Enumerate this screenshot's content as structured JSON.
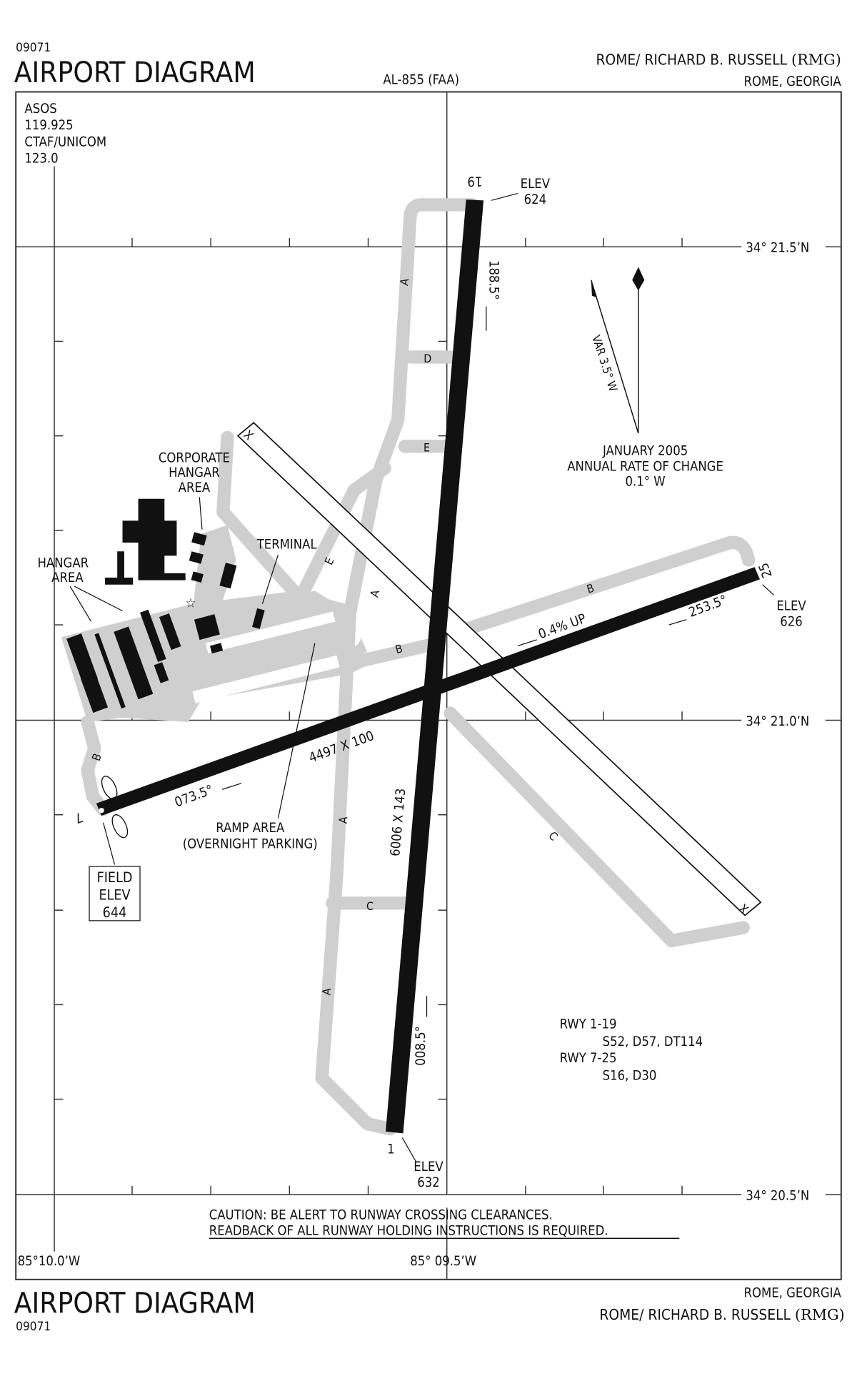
{
  "header": {
    "chart_number": "09071",
    "title": "AIRPORT DIAGRAM",
    "procedure_id": "AL-855 (FAA)",
    "airport_name": "ROME/ RICHARD B. RUSSELL",
    "airport_ident": "(RMG)",
    "city_state": "ROME, GEORGIA"
  },
  "comms": {
    "asos_label": "ASOS",
    "asos_freq": "119.925",
    "ctaf_label": "CTAF/UNICOM",
    "ctaf_freq": "123.0"
  },
  "coordinates": {
    "lat_top": "34° 21.5’N",
    "lat_mid": "34° 21.0’N",
    "lat_bottom": "34° 20.5’N",
    "lon_left": "85°10.0’W",
    "lon_mid": "85° 09.5’W"
  },
  "runways": {
    "rwy19": {
      "number": "19",
      "elev_label": "ELEV",
      "elev": "624",
      "heading": "188.5°"
    },
    "rwy1": {
      "number": "1",
      "elev_label": "ELEV",
      "elev": "632",
      "heading": "008.5°"
    },
    "rwy25": {
      "number": "25",
      "elev_label": "ELEV",
      "elev": "626",
      "heading": "253.5°"
    },
    "rwy7": {
      "number": "7",
      "heading": "073.5°"
    },
    "rwy_1_19_dims": "6006 X 143",
    "rwy_7_25_dims": "4497 X 100",
    "slope": "0.4% UP",
    "closed_marker": "X"
  },
  "taxiways": {
    "a": "A",
    "b": "B",
    "c": "C",
    "d": "D",
    "e": "E"
  },
  "labels": {
    "corporate_hangar": [
      "CORPORATE",
      "HANGAR",
      "AREA"
    ],
    "hangar_area": [
      "HANGAR",
      "AREA"
    ],
    "terminal": "TERMINAL",
    "ramp_area": [
      "RAMP AREA",
      "(OVERNIGHT PARKING)"
    ],
    "field_elev": [
      "FIELD",
      "ELEV",
      "644"
    ]
  },
  "magnetic": {
    "variation": "VAR 3.5° W",
    "date": "JANUARY 2005",
    "rate_label": "ANNUAL RATE OF CHANGE",
    "rate": "0.1°  W"
  },
  "strength": {
    "rwy_1_19_label": "RWY 1-19",
    "rwy_1_19_values": "S52, D57, DT114",
    "rwy_7_25_label": "RWY 7-25",
    "rwy_7_25_values": "S16, D30"
  },
  "caution": {
    "line1": "CAUTION: BE ALERT TO RUNWAY CROSSING CLEARANCES.",
    "line2": "READBACK OF ALL RUNWAY HOLDING INSTRUCTIONS IS REQUIRED."
  },
  "footer": {
    "title": "AIRPORT DIAGRAM",
    "chart_number": "09071",
    "city_state": "ROME, GEORGIA",
    "airport_name": "ROME/ RICHARD B. RUSSELL",
    "airport_ident": "(RMG)"
  }
}
